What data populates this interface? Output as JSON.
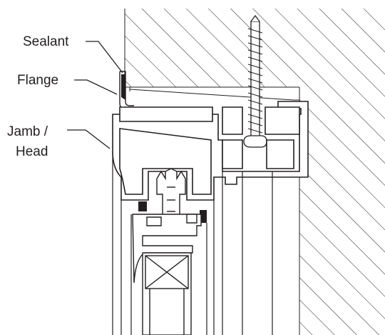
{
  "labels": {
    "sealant": "Sealant",
    "flange": "Flange",
    "jamb_head_line1": "Jamb /",
    "jamb_head_line2": "Head"
  },
  "colors": {
    "line": "#231f20",
    "background": "#ffffff",
    "sealant_fill": "#231f20"
  }
}
